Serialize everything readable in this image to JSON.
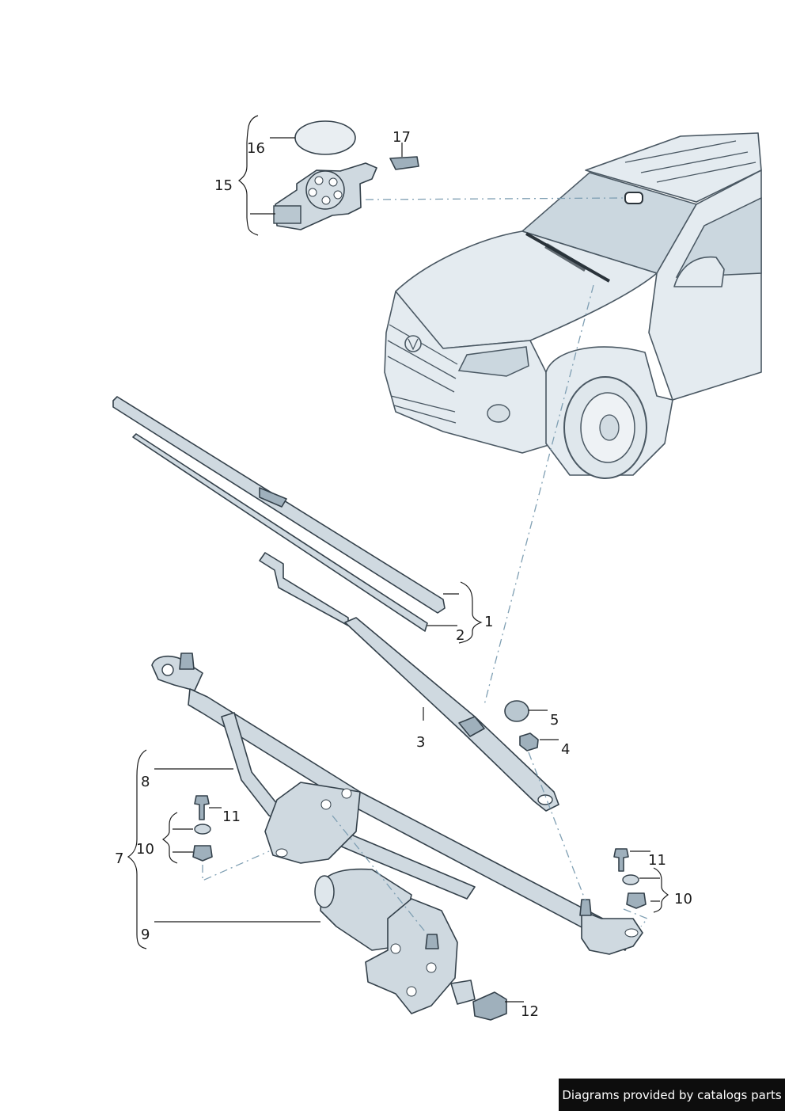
{
  "callouts": {
    "p1": "1",
    "p2": "2",
    "p3": "3",
    "p4": "4",
    "p5": "5",
    "p7": "7",
    "p8": "8",
    "p9": "9",
    "p10a": "10",
    "p10b": "10",
    "p11a": "11",
    "p11b": "11",
    "p12": "12",
    "p15": "15",
    "p16": "16",
    "p17": "17"
  },
  "footer": {
    "credit": "Diagrams provided by catalogs parts"
  },
  "colors": {
    "part_fill": "#cfd9e0",
    "outline": "#34414b",
    "dash_line": "#7f9fb3",
    "banner": "#0d0d0d"
  }
}
